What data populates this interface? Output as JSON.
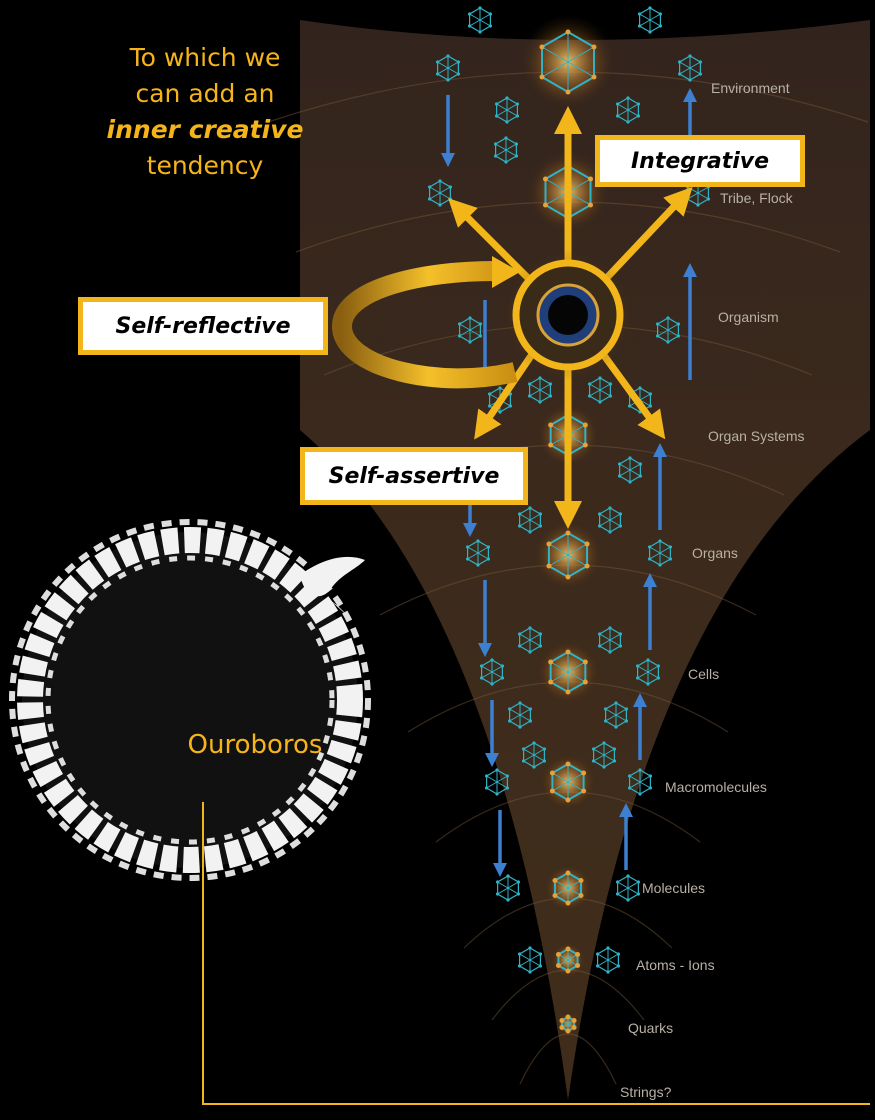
{
  "intro": {
    "line1": "To which we",
    "line2": "can add an",
    "line3": "inner creative",
    "line4": "tendency"
  },
  "callouts": {
    "integrative": "Integrative",
    "self_reflective": "Self-reflective",
    "self_assertive": "Self-assertive"
  },
  "levels": [
    "Environment",
    "Tribe, Flock",
    "Organism",
    "Organ Systems",
    "Organs",
    "Cells",
    "Macromolecules",
    "Molecules",
    "Atoms - Ions",
    "Quarks",
    "Strings?"
  ],
  "ouroboros": {
    "caption": "Ouroboros"
  },
  "colors": {
    "accent": "#f5b41a",
    "arrow": "#f2b61a",
    "background": "#000000",
    "flow_arrow": "#3d7fd0",
    "node": "#2fb3c6",
    "core": "#1f3e7a"
  }
}
